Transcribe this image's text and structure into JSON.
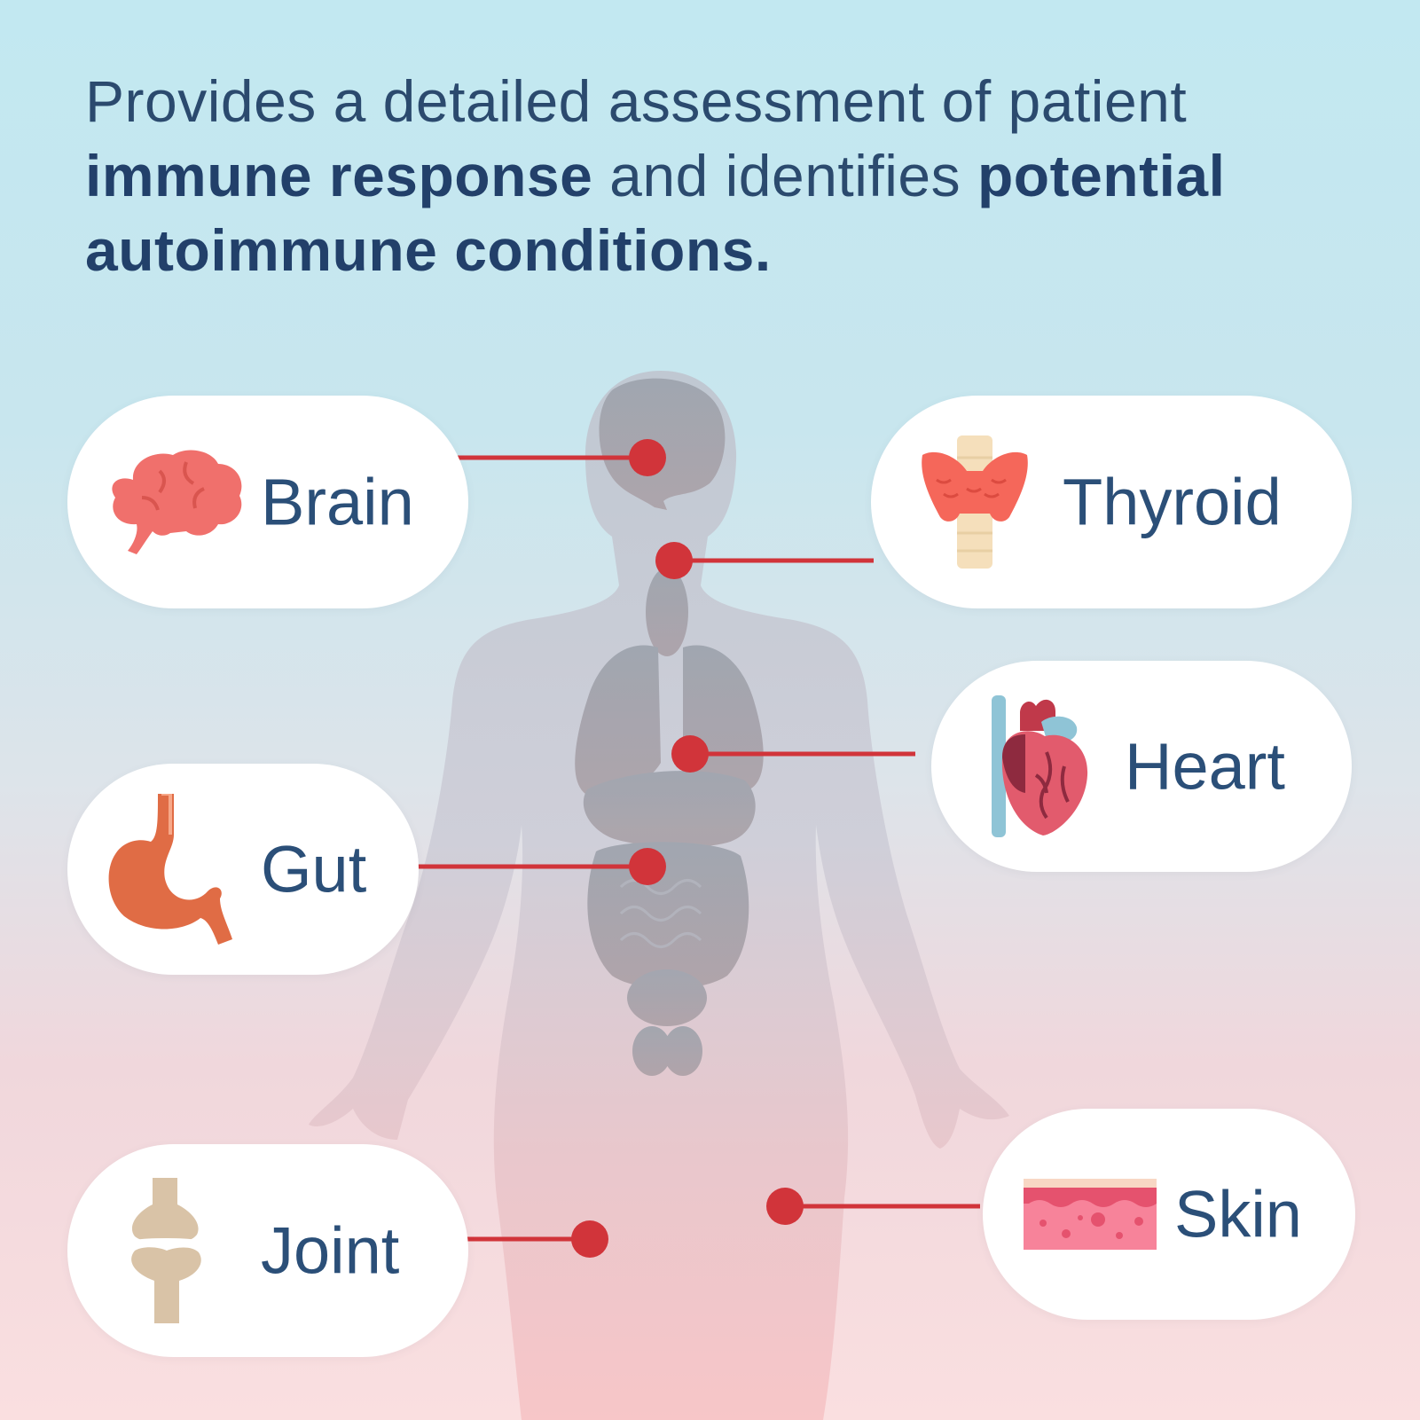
{
  "headline": {
    "part1": "Provides a detailed assessment of patient ",
    "bold1": "immune response",
    "part2": " and identifies ",
    "bold2": "potential autoimmune conditions."
  },
  "organs": {
    "brain": {
      "label": "Brain",
      "icon": "brain-icon"
    },
    "thyroid": {
      "label": "Thyroid",
      "icon": "thyroid-icon"
    },
    "heart": {
      "label": "Heart",
      "icon": "heart-organ-icon"
    },
    "gut": {
      "label": "Gut",
      "icon": "stomach-icon"
    },
    "joint": {
      "label": "Joint",
      "icon": "joint-icon"
    },
    "skin": {
      "label": "Skin",
      "icon": "skin-icon"
    }
  },
  "colors": {
    "text": "#2b4f78",
    "connector": "#d1343a",
    "pill": "#ffffff",
    "silhouette": "#c4c8d2",
    "organs": "#8f949f"
  }
}
